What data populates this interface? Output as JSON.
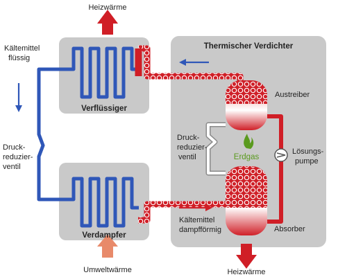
{
  "labels": {
    "heizwaerme_top": "Heizwärme",
    "heizwaerme_bottom": "Heizwärme",
    "umweltwaerme": "Umweltwärme",
    "kaeltemittel_fluessig_1": "Kältemittel",
    "kaeltemittel_fluessig_2": "flüssig",
    "druckreduzierventil_left_1": "Druck-",
    "druckreduzierventil_left_2": "reduzier-",
    "druckreduzierventil_left_3": "ventil",
    "druckreduzierventil_mid_1": "Druck-",
    "druckreduzierventil_mid_2": "reduzier-",
    "druckreduzierventil_mid_3": "ventil",
    "verfluessiger": "Verflüssiger",
    "verdampfer": "Verdampfer",
    "thermischer_verdichter": "Thermischer Verdichter",
    "austreiber": "Austreiber",
    "absorber": "Absorber",
    "erdgas": "Erdgas",
    "loesungspumpe_1": "Lösungs-",
    "loesungspumpe_2": "pumpe",
    "kaeltemittel_dampf_1": "Kältemittel",
    "kaeltemittel_dampf_2": "dampfförmig"
  },
  "colors": {
    "panel": "#c9c9c9",
    "liquid_line": "#2f57b8",
    "hot_line": "#d01e26",
    "arrow_warm": "#d9402a",
    "arrow_cool": "#e88a6a",
    "gas_flame": "#5a9a1e"
  },
  "icons": {
    "pump": "pump-symbol-icon",
    "flame": "flame-icon"
  }
}
